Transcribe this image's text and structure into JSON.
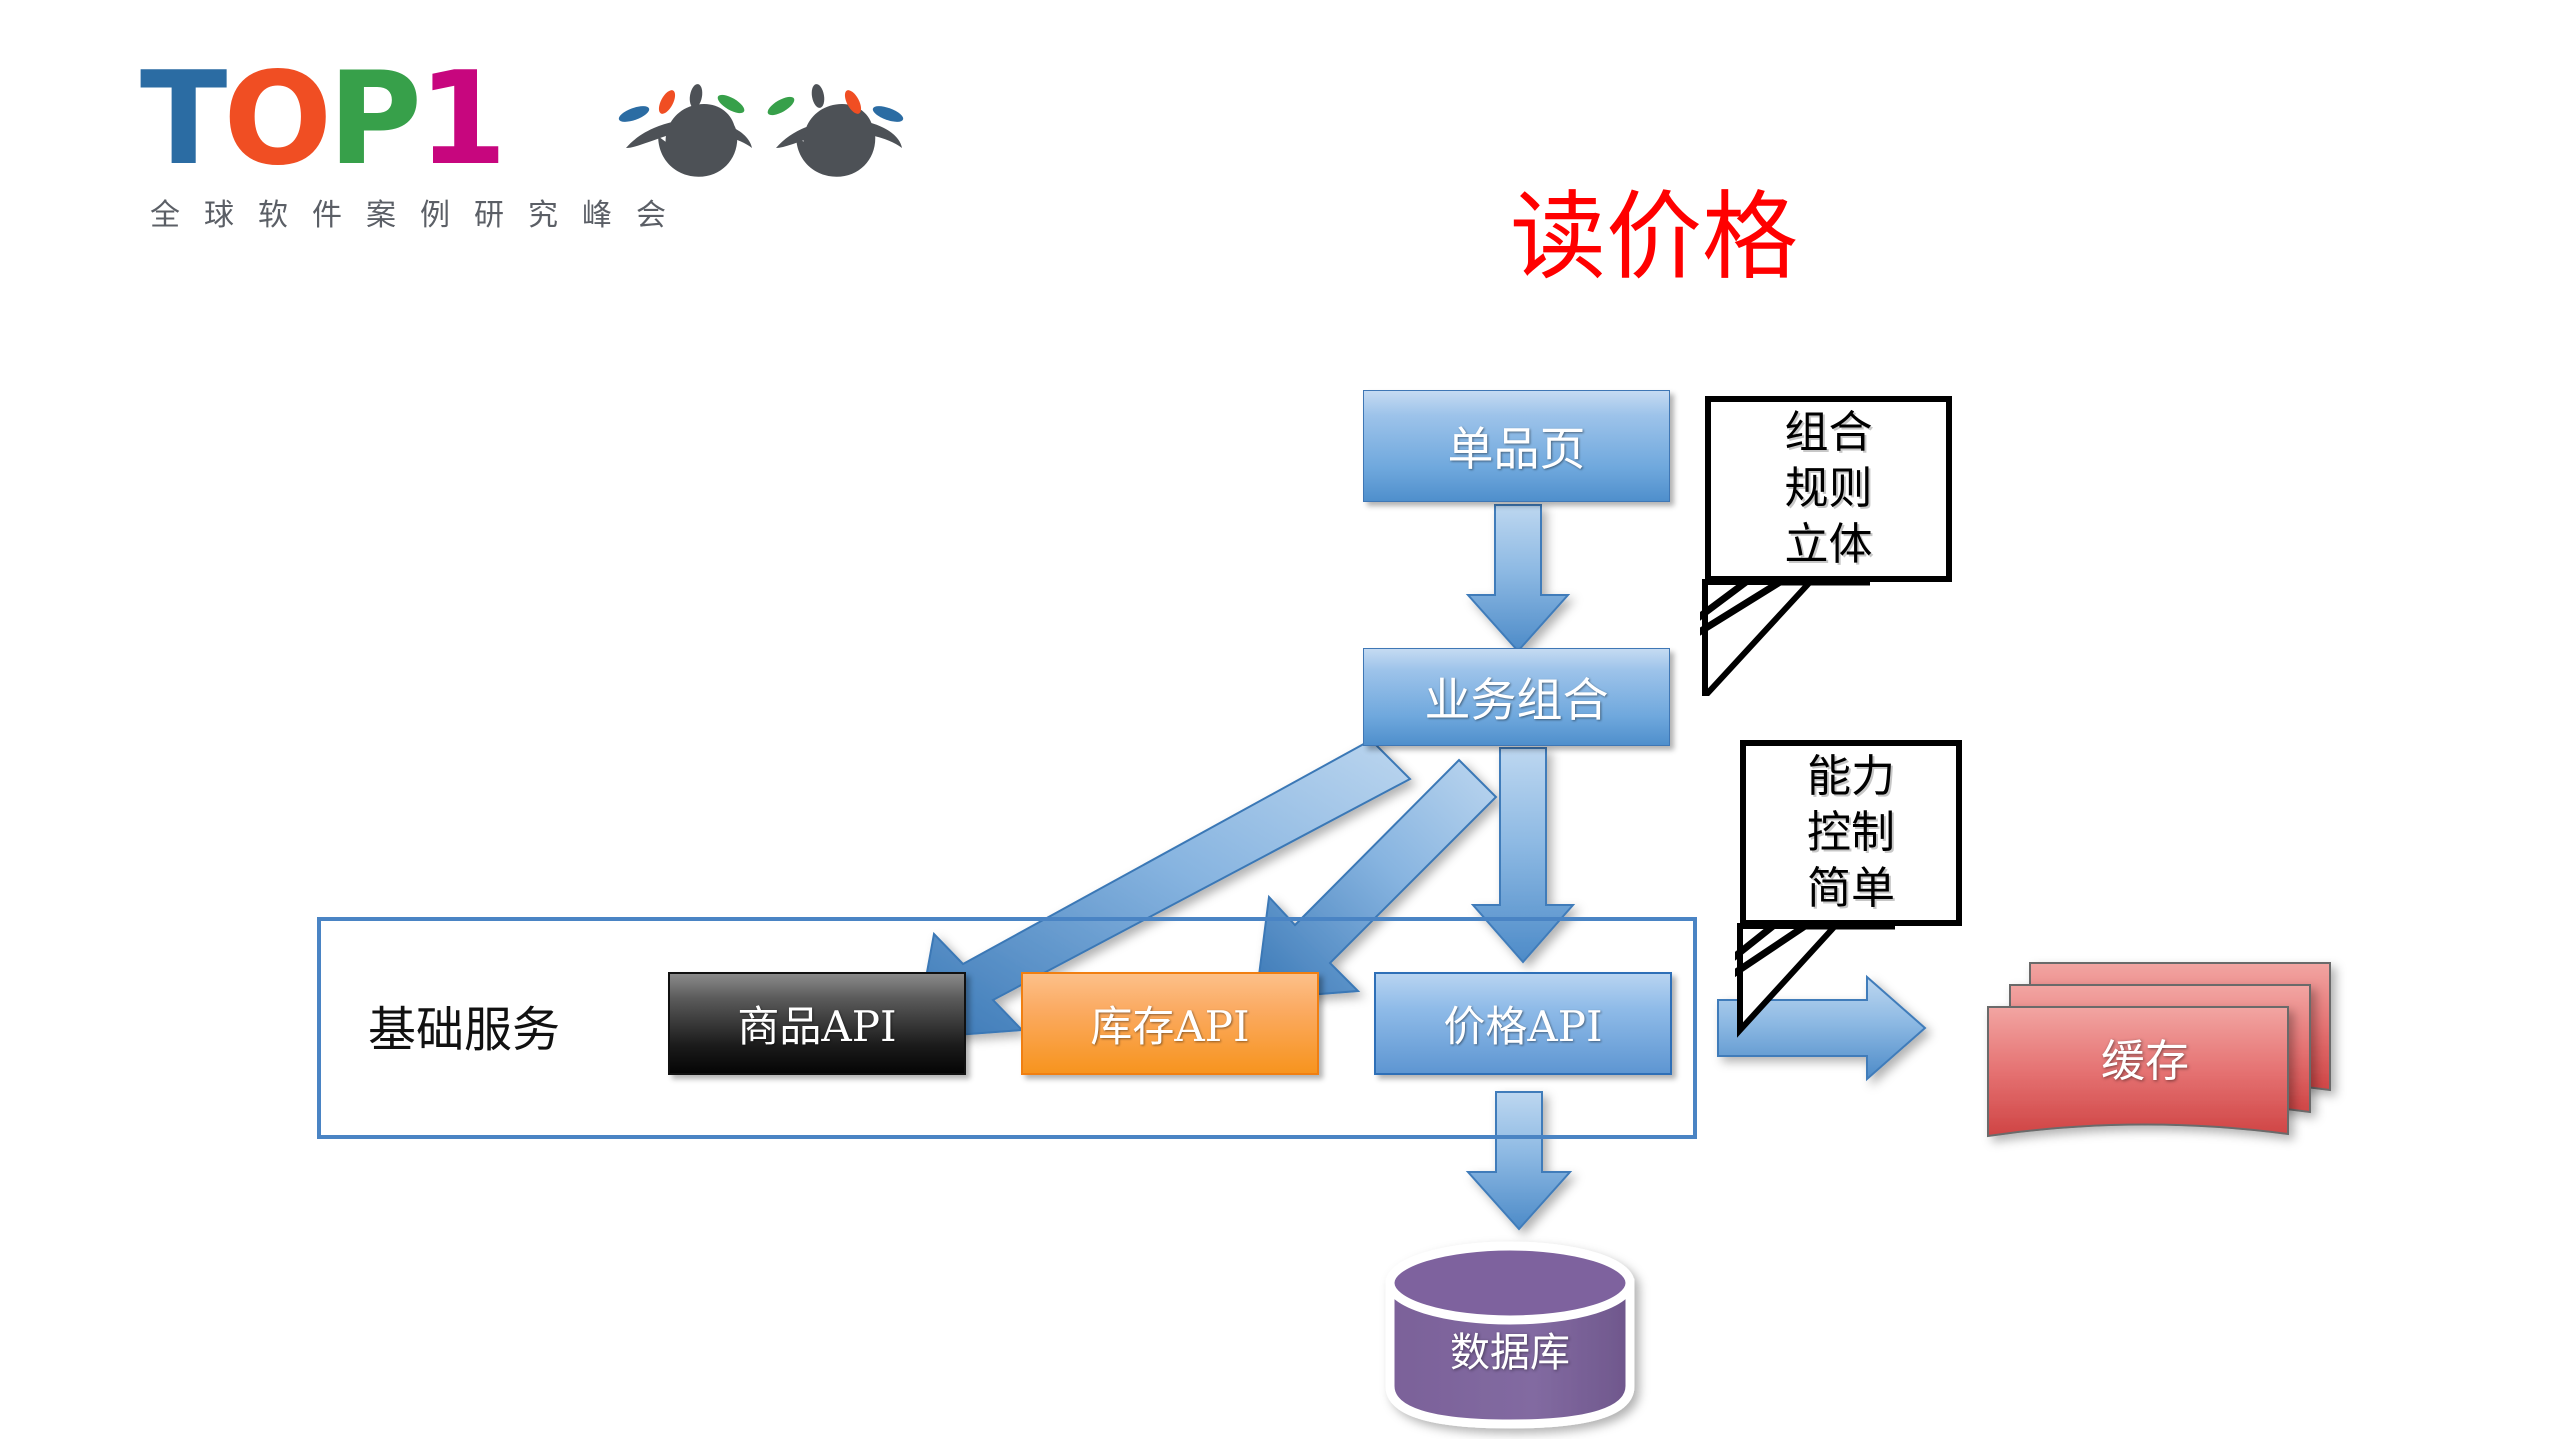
{
  "logo": {
    "wordmark": [
      "T",
      "O",
      "P",
      "1"
    ],
    "colors": {
      "t": "#2b6ca3",
      "o": "#f04e23",
      "p": "#37a04a",
      "one": "#c7067e",
      "eye": "#4d5156"
    },
    "eye_icon_name": "eyes-icon",
    "subtitle": "全球软件案例研究峰会"
  },
  "slide": {
    "title": "读价格",
    "title_color": "#ff0000"
  },
  "diagram": {
    "nodes": {
      "product_page": "单品页",
      "business_composition": "业务组合",
      "product_api": "商品API",
      "inventory_api": "库存API",
      "price_api": "价格API",
      "cache": "缓存",
      "database": "数据库"
    },
    "container_label": "基础服务",
    "callouts": [
      {
        "lines": [
          "组合",
          "规则",
          "立体"
        ]
      },
      {
        "lines": [
          "能力",
          "控制",
          "简单"
        ]
      }
    ],
    "colors": {
      "box_blue_top": "#c5dbf2",
      "box_blue_bottom": "#4f8fcc",
      "box_black": "#1b1b1b",
      "box_orange": "#f7941e",
      "container_border": "#4a84c4",
      "arrow_fill_light": "#a8c8ea",
      "arrow_fill_dark": "#3c7ab8",
      "cache_red_top": "#ef9a9a",
      "cache_red_bottom": "#d24b4b",
      "db_purple": "#7e629e"
    },
    "edges": [
      {
        "from": "单品页",
        "to": "业务组合",
        "kind": "arrow-down"
      },
      {
        "from": "业务组合",
        "to": "商品API",
        "kind": "arrow-diagonal-left"
      },
      {
        "from": "业务组合",
        "to": "库存API",
        "kind": "arrow-diagonal-left"
      },
      {
        "from": "业务组合",
        "to": "价格API",
        "kind": "arrow-down"
      },
      {
        "from": "价格API",
        "to": "缓存",
        "kind": "arrow-right"
      },
      {
        "from": "价格API",
        "to": "数据库",
        "kind": "arrow-down"
      }
    ]
  }
}
